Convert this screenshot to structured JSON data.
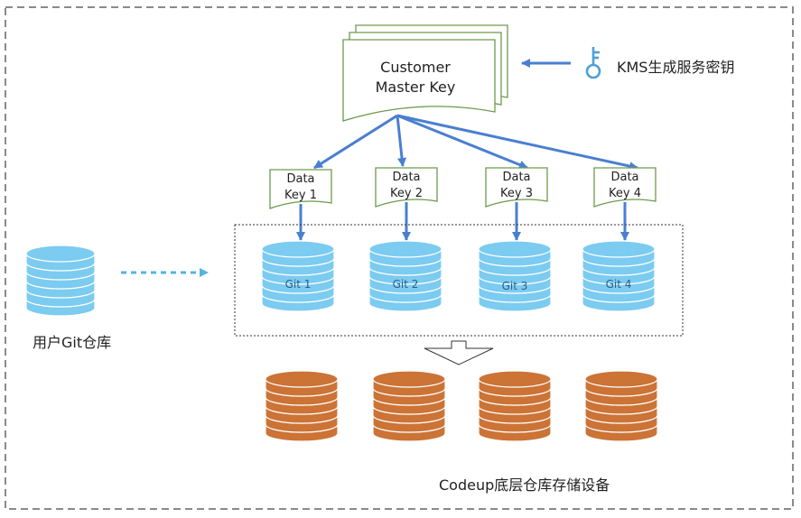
{
  "master_key": {
    "line1": "Customer",
    "line2": "Master Key"
  },
  "kms_label": "KMS生成服务密钥",
  "data_keys": [
    {
      "line1": "Data",
      "line2": "Key 1"
    },
    {
      "line1": "Data",
      "line2": "Key 2"
    },
    {
      "line1": "Data",
      "line2": "Key 3"
    },
    {
      "line1": "Data",
      "line2": "Key 4"
    }
  ],
  "git_repos": [
    "Git 1",
    "Git 2",
    "Git 3",
    "Git 4"
  ],
  "user_repo_label": "用户Git仓库",
  "storage_label": "Codeup底层仓库存储设备",
  "colors": {
    "blue_db": "#7ccbf1",
    "orange_db": "#cc7336",
    "arrow": "#4a7fd0",
    "doc_border": "#6d9a4d",
    "dashed_border": "#8a8a8a",
    "key_icon": "#4f9fd8"
  }
}
